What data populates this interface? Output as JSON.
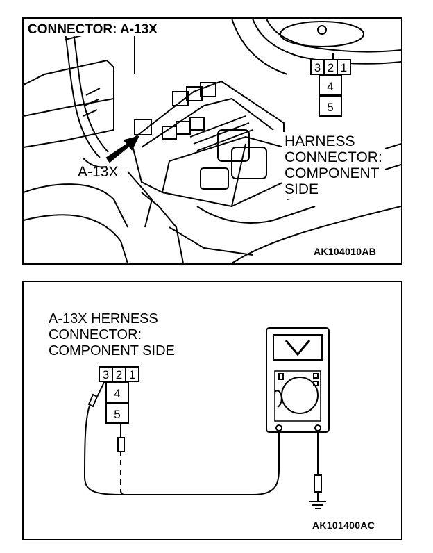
{
  "top": {
    "title": "CONNECTOR: A-13X",
    "pointer_label": "A-13X",
    "side_label_lines": [
      "HARNESS",
      "CONNECTOR:",
      "COMPONENT",
      "SIDE"
    ],
    "code": "AK104010AB",
    "pins_row": [
      "3",
      "2",
      "1"
    ],
    "pins_col": [
      "4",
      "5"
    ]
  },
  "bottom": {
    "label_lines": [
      "A-13X HERNESS",
      "CONNECTOR:",
      "COMPONENT SIDE"
    ],
    "code": "AK101400AC",
    "pins_row": [
      "3",
      "2",
      "1"
    ],
    "pins_col": [
      "4",
      "5"
    ]
  }
}
